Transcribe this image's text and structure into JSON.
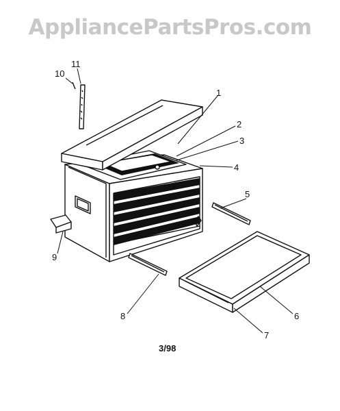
{
  "watermark": "AppliancePartsPros.com",
  "revision": "3/98",
  "callouts": [
    "1",
    "2",
    "3",
    "4",
    "5",
    "6",
    "7",
    "8",
    "9",
    "10",
    "11"
  ],
  "colors": {
    "ink": "#111111",
    "watermark": "#c8c8c8",
    "background": "#ffffff"
  }
}
